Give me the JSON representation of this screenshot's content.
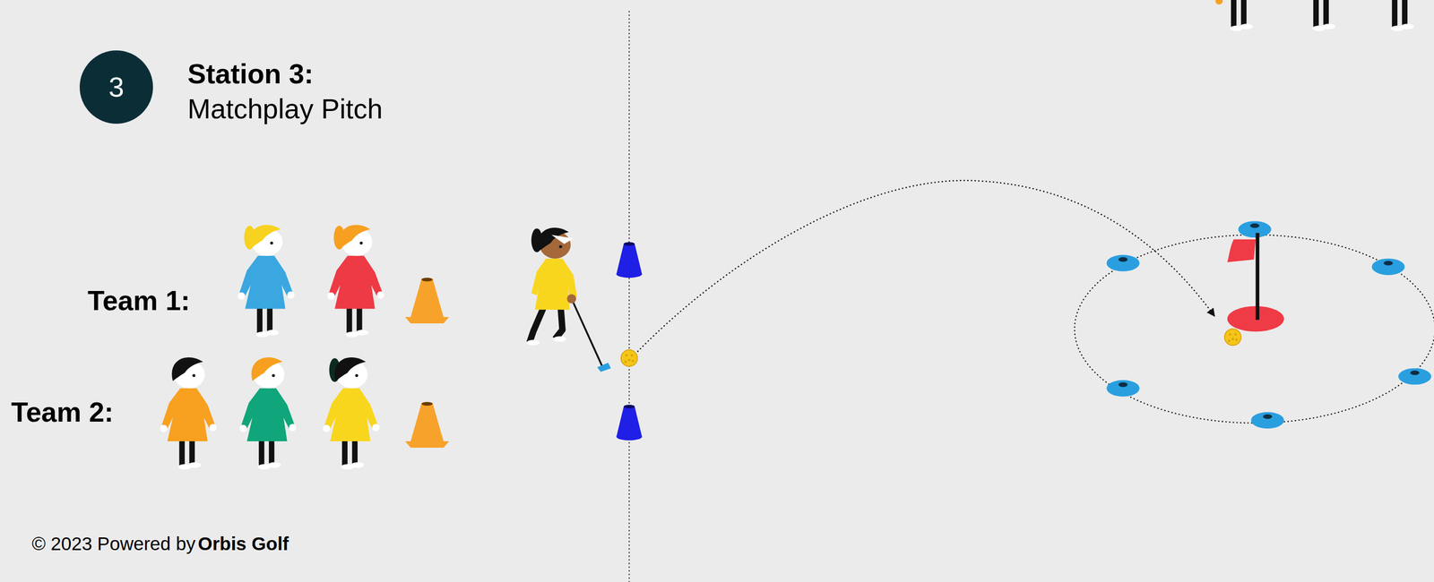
{
  "diagram": {
    "title": "Station 3:",
    "nodes": [
      {
        "text": [
          "3"
        ]
      }
    ],
    "labels": [
      "Matchplay Pitch",
      "Team 1:",
      "Team 2:",
      "© 2023 Powered by",
      "Orbis Golf"
    ]
  }
}
